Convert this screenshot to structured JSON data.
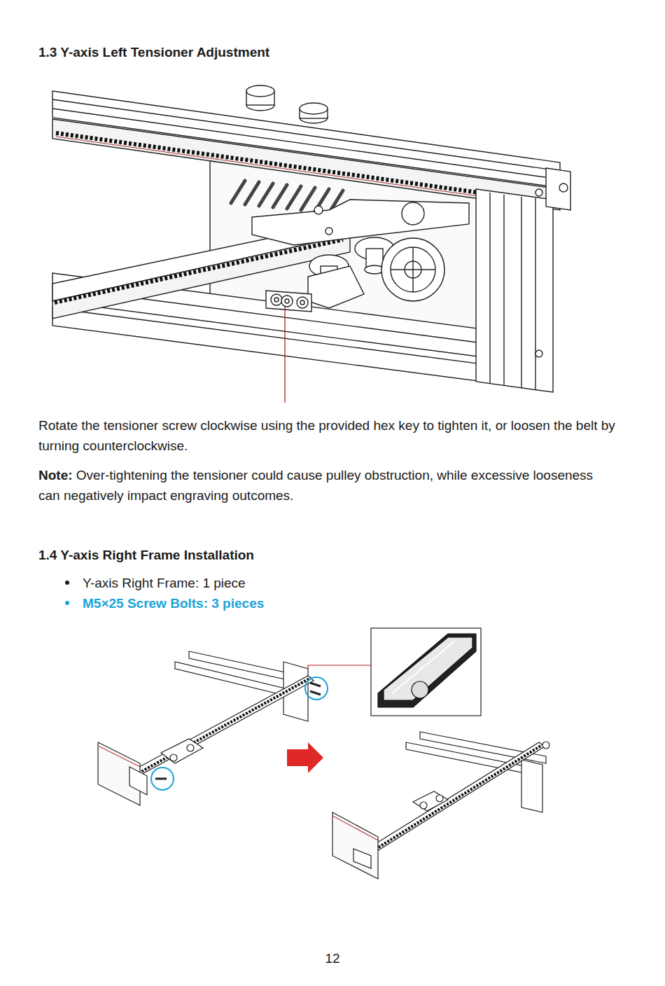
{
  "diagram": {
    "title": "1.3 Y-axis Left Tensioner Adjustment",
    "labels": [
      "Rotate the tensioner screw clockwise using the provided hex key to tighten it, or loosen the belt by turning counterclockwise.",
      "Note:",
      "Over-tightening the tensioner could cause pulley obstruction, while excessive looseness can negatively impact engraving outcomes.",
      "1.4 Y-axis Right Frame Installation",
      "Y-axis Right Frame: 1 piece",
      "M5×25 Screw Bolts: 3 pieces",
      "12"
    ]
  }
}
